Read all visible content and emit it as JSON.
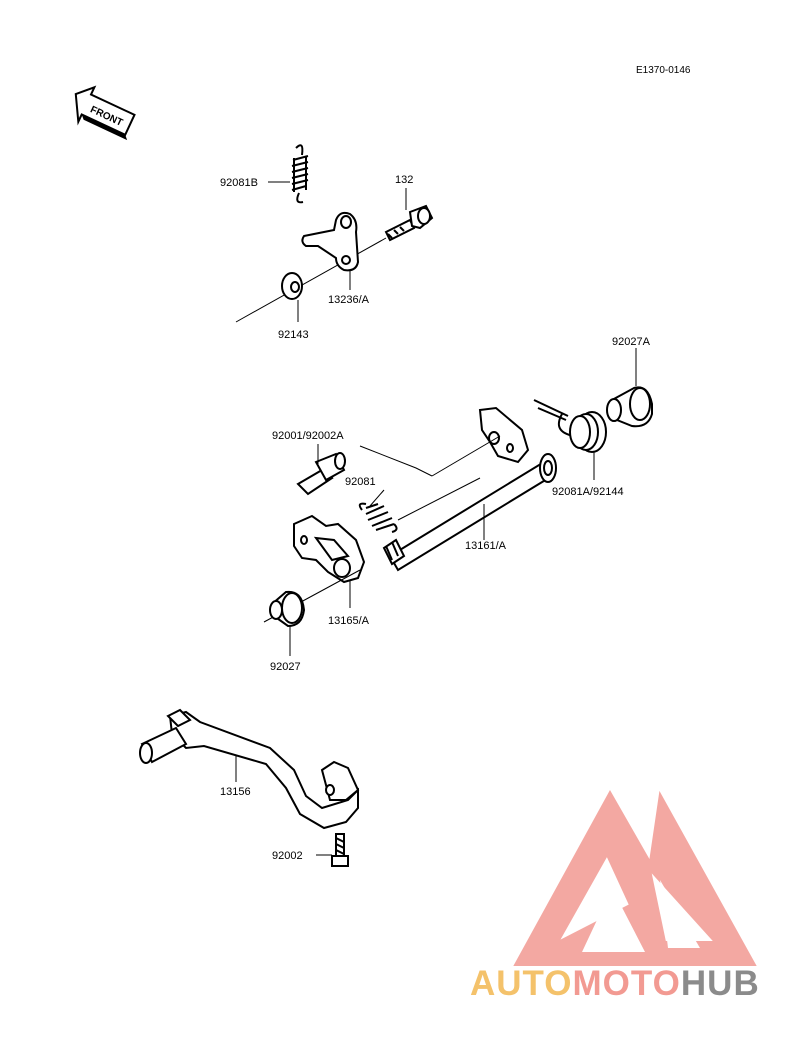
{
  "diagram": {
    "code": "E1370-0146",
    "front_label": "FRONT",
    "parts": {
      "p92081B": "92081B",
      "p132": "132",
      "p13236A": "13236/A",
      "p92143": "92143",
      "p92027A": "92027A",
      "p92001": "92001/92002A",
      "p92081": "92081",
      "p92081A": "92081A/92144",
      "p13161A": "13161/A",
      "p13165A": "13165/A",
      "p92027": "92027",
      "p13156": "13156",
      "p92002": "92002"
    }
  },
  "watermark": {
    "auto": "AUTO",
    "moto": "MOTO",
    "hub": "HUB",
    "colors": {
      "auto": "#f4c26b",
      "moto": "#f29a92",
      "hub": "#8b8b8b",
      "logo": "#f29a92"
    }
  }
}
